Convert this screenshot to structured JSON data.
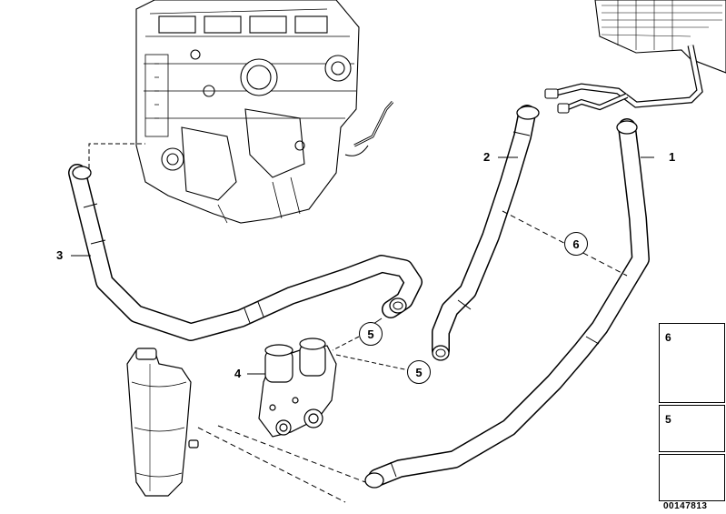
{
  "callouts": {
    "hose_1": "1",
    "hose_2": "2",
    "hose_3": "3",
    "valve_4": "4",
    "clamp_5a": "5",
    "clamp_5b": "5",
    "clip_6": "6"
  },
  "legend": {
    "clip_label": "6",
    "clamp_label": "5"
  },
  "document_number": "00147813",
  "colors": {
    "line": "#000000",
    "background": "#ffffff"
  }
}
